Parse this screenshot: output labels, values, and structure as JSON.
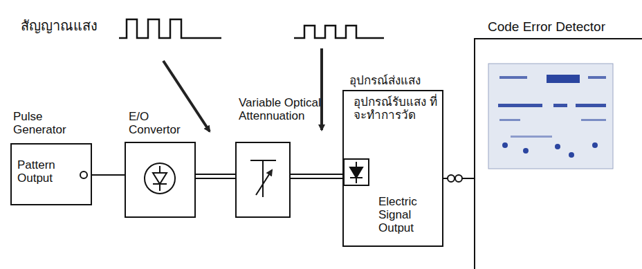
{
  "diagram": {
    "nodes": [
      {
        "text": [
          "Pulse Generator",
          "Pattern Output"
        ]
      },
      {
        "text": [
          "E/O Convertor"
        ]
      },
      {
        "text": [
          "Variable Optical Attennuation"
        ]
      },
      {
        "text": [
          "อุปกรณ์ส่งแสง",
          "อุปกรณ์รับแสง ที่จะทำการวัด",
          "Electric Signal Output"
        ]
      },
      {
        "text": [
          "Code Error Detector"
        ]
      }
    ],
    "edges": [
      {
        "from": 0,
        "to": 1,
        "arrow": "none"
      },
      {
        "from": 1,
        "to": 2,
        "arrow": "none"
      },
      {
        "from": 2,
        "to": 3,
        "arrow": "none"
      },
      {
        "from": 3,
        "to": 4,
        "arrow": "none"
      }
    ],
    "labels": [
      "สัญญาณแสง"
    ]
  }
}
